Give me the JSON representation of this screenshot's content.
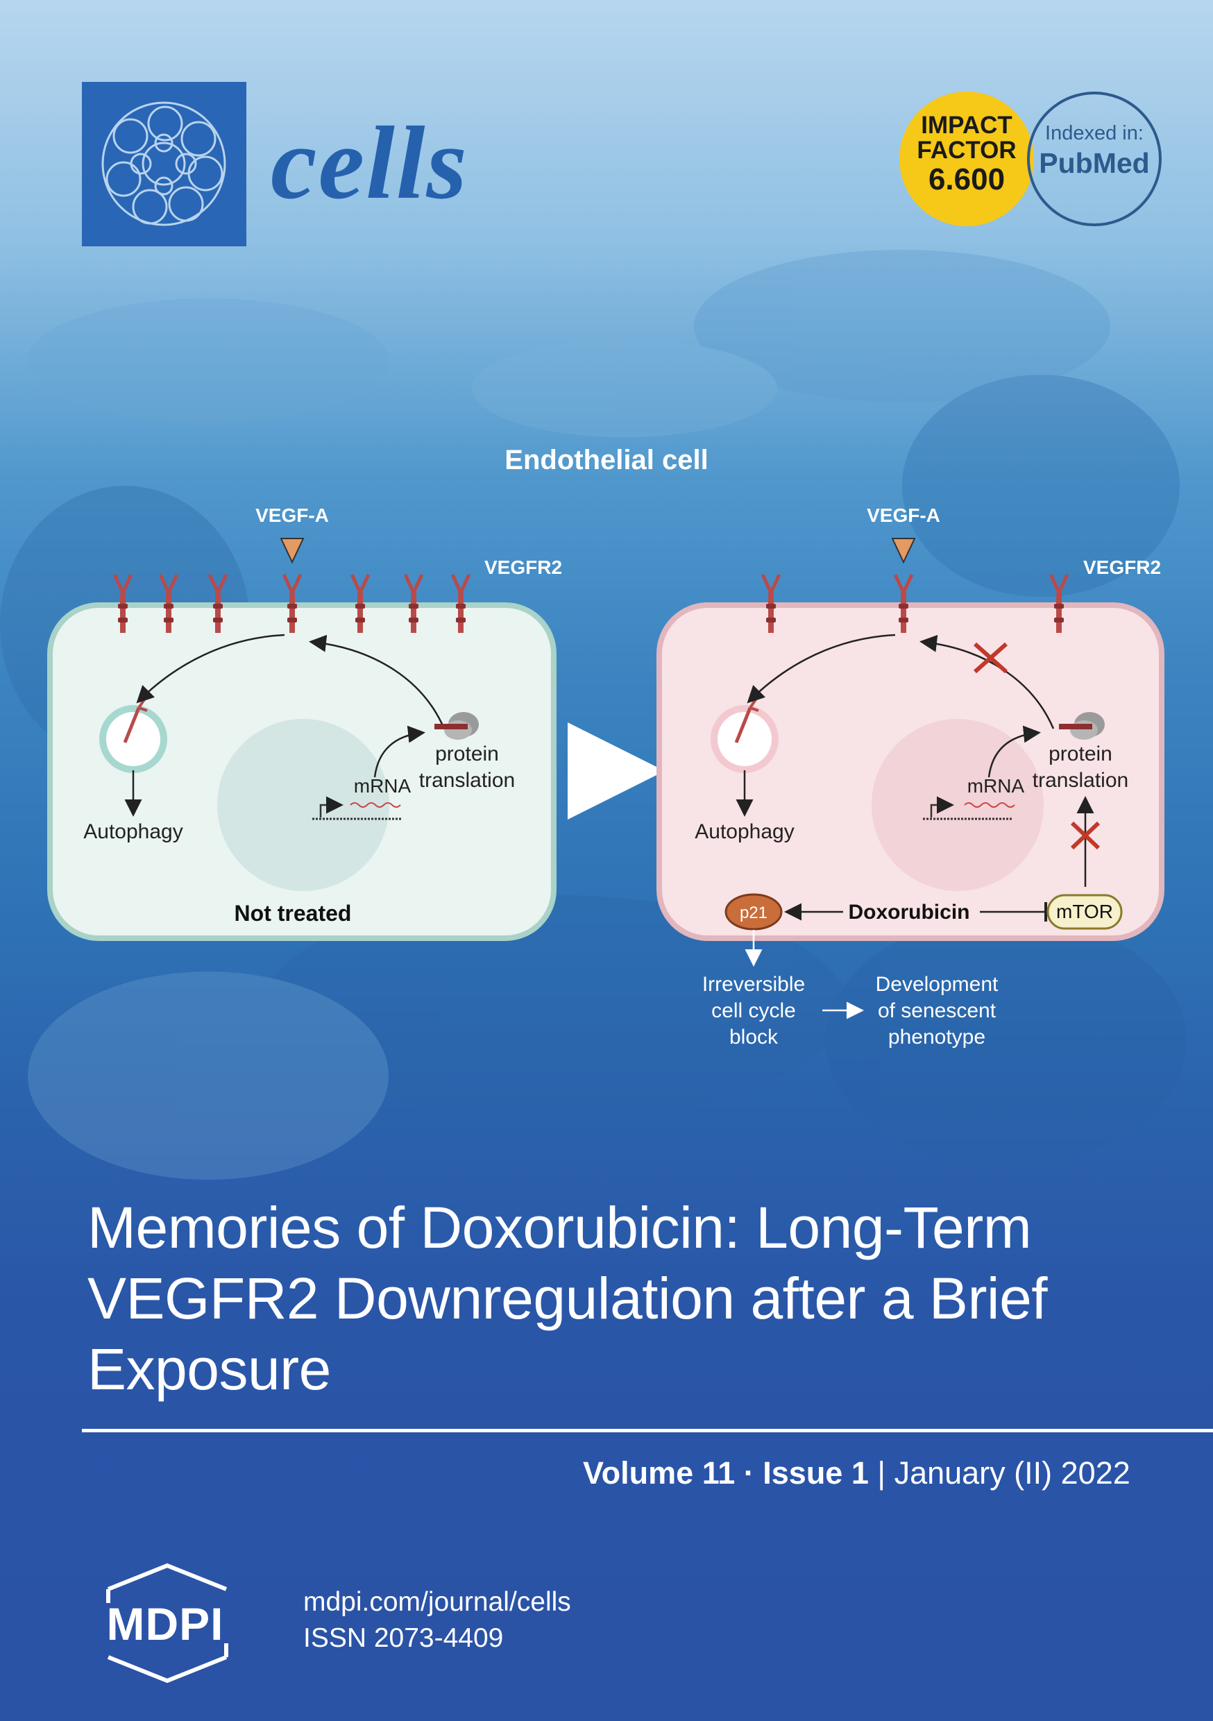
{
  "journal": {
    "name": "cells"
  },
  "badges": {
    "impact_factor": {
      "line1": "IMPACT",
      "line2": "FACTOR",
      "value": "6.600"
    },
    "indexed": {
      "label": "Indexed in:",
      "service": "PubMed"
    }
  },
  "figure": {
    "heading": "Endothelial cell",
    "left": {
      "ligand": "VEGF-A",
      "receptor": "VEGFR2",
      "protein_label_1": "protein",
      "protein_label_2": "translation",
      "mrna": "mRNA",
      "autophagy": "Autophagy",
      "condition": "Not treated"
    },
    "right": {
      "ligand": "VEGF-A",
      "receptor": "VEGFR2",
      "protein_label_1": "protein",
      "protein_label_2": "translation",
      "mrna": "mRNA",
      "autophagy": "Autophagy",
      "drug": "Doxorubicin",
      "p21": "p21",
      "mtor": "mTOR"
    },
    "outcome_1": [
      "Irreversible",
      "cell cycle",
      "block"
    ],
    "outcome_2": [
      "Development",
      "of senescent",
      "phenotype"
    ]
  },
  "article": {
    "title_line1": "Memories of Doxorubicin: Long-Term",
    "title_line2": "VEGFR2 Downregulation after a Brief",
    "title_line3": "Exposure"
  },
  "issue": {
    "volume": "Volume 11",
    "separator": " · ",
    "issue": "Issue 1",
    "divider": " | ",
    "date": "January (II) 2022"
  },
  "publisher": {
    "name": "MDPI",
    "url": "mdpi.com/journal/cells",
    "issn": "ISSN 2073-4409"
  },
  "colors": {
    "background_top": "#b7d6ee",
    "background_bottom": "#2a52a5",
    "logo_blue": "#2966b5",
    "impact_yellow": "#f6c818",
    "cell_normal": "#eaf4f1",
    "cell_treated": "#f8e3e6",
    "receptor_red": "#b94a4a",
    "ligand_orange": "#e49a63",
    "p21_brown": "#c96d3b",
    "mtor_cream": "#f7f0cc"
  }
}
